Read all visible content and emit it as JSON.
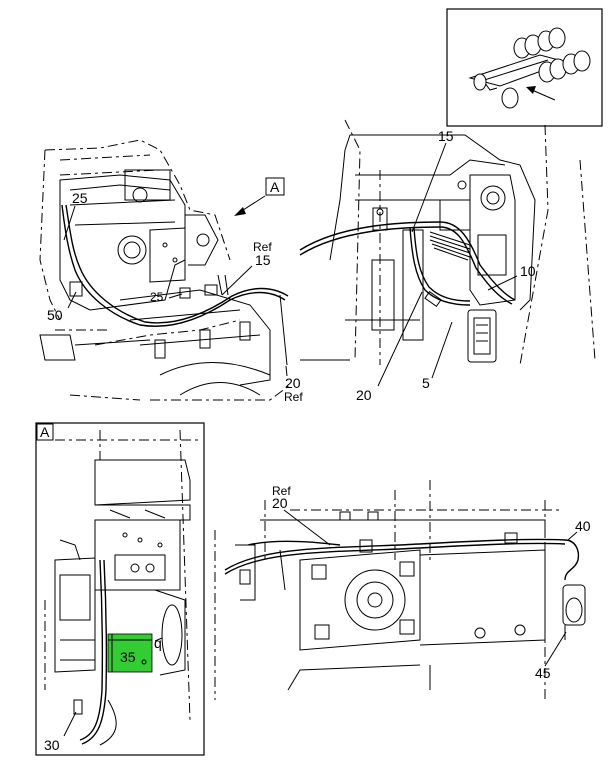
{
  "view_marker": "A",
  "callouts": {
    "c25_top": "25",
    "c50": "50",
    "c25_mid": "25",
    "ref_15_ref": "Ref",
    "ref_15_num": "15",
    "ref_20_num": "20",
    "ref_20_ref": "Ref",
    "c15_right": "15",
    "c10": "10",
    "c20_right": "20",
    "c5": "5",
    "detail_a_box": "A",
    "c35": "35",
    "q": "q",
    "c30": "30",
    "ref_20b_ref": "Ref",
    "ref_20b_num": "20",
    "c40": "40",
    "c45": "45"
  },
  "colors": {
    "highlight": "#33cc33",
    "line": "#000000"
  }
}
